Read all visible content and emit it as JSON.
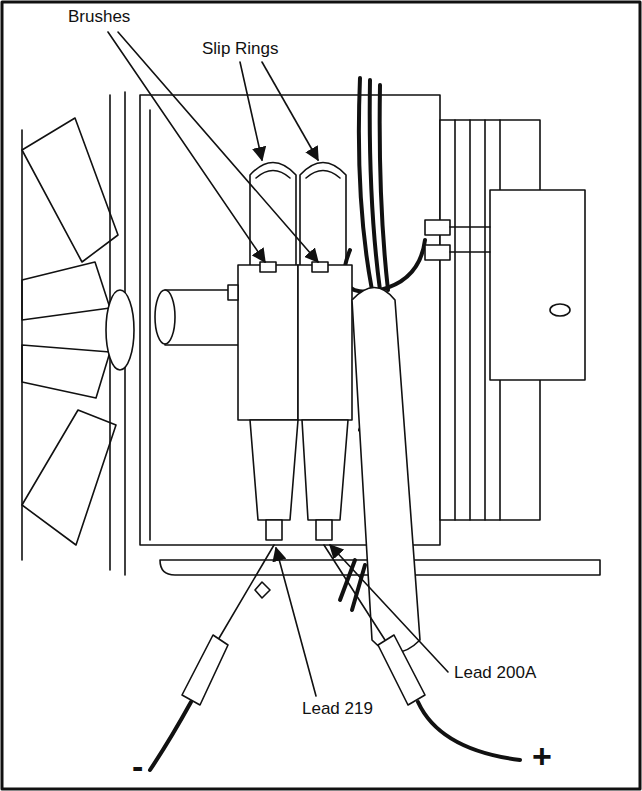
{
  "diagram": {
    "labels": [
      "Brushes",
      "Slip Rings",
      "Lead 200A",
      "Lead 219",
      "-",
      "+"
    ]
  }
}
